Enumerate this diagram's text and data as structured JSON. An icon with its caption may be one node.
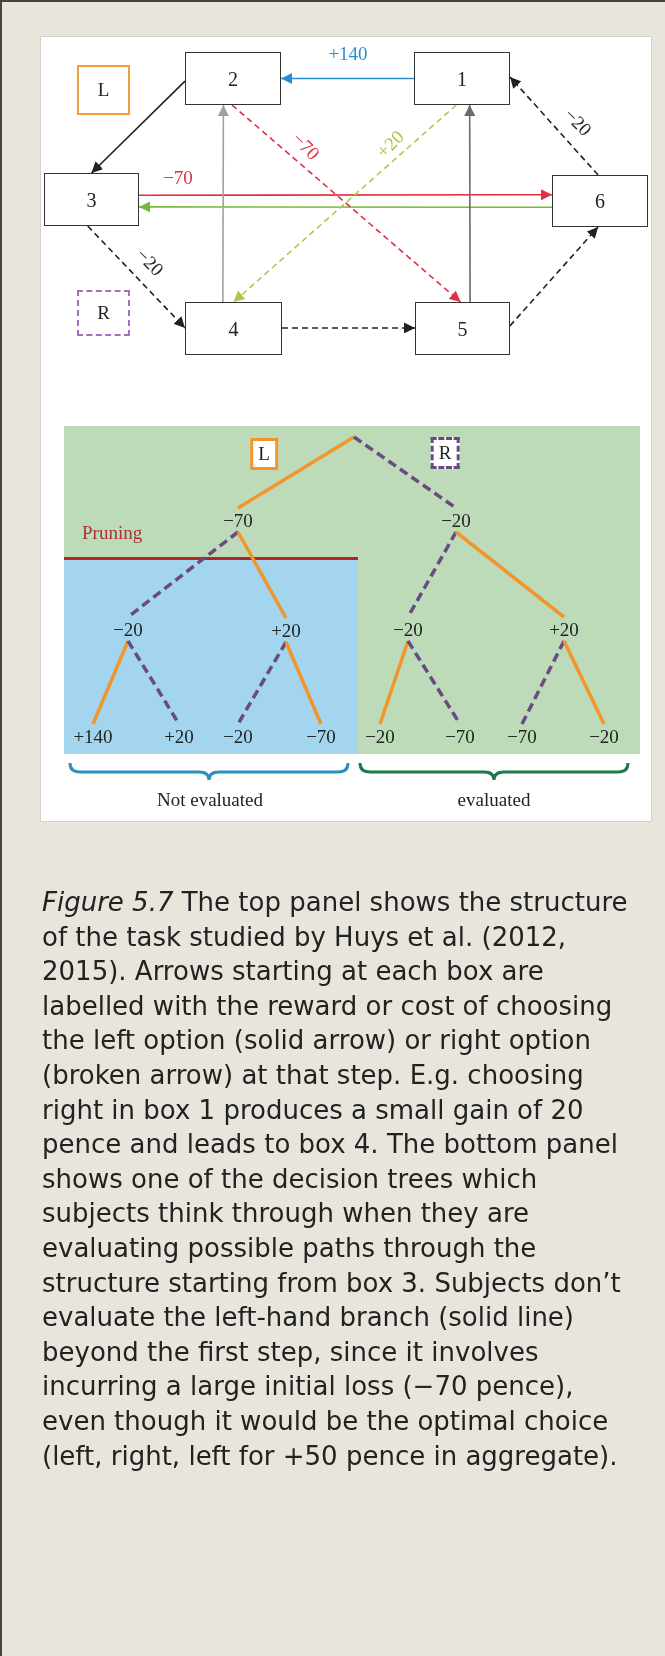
{
  "diagram": {
    "caption": "*Figure 5.7* The top panel shows the structure of the task studied by Huys et al. (2012, 2015). Arrows starting at each box are labelled with the reward or cost of choosing the left option (solid arrow) or right option (broken arrow) at that step. E.g. choosing right in box 1 produces a small gain of 20 pence and leads to box 4. The bottom panel shows one of the decision trees which subjects think through when they are evaluating possible paths through the structure starting from box 3. Subjects don’t evaluate the left-hand branch (solid line) beyond the first step, since it involves incurring a large initial loss (−70 pence), even though it would be the optimal choice (left, right, left for +50 pence in aggregate).",
    "nodes": [
      {
        "text": [
          "L"
        ]
      },
      {
        "text": [
          "2"
        ]
      },
      {
        "text": [
          "1"
        ]
      },
      {
        "text": [
          "3"
        ]
      },
      {
        "text": [
          "6"
        ]
      },
      {
        "text": [
          "R"
        ]
      },
      {
        "text": [
          "4"
        ]
      },
      {
        "text": [
          "5"
        ]
      },
      {
        "text": [
          "−70"
        ]
      },
      {
        "text": [
          "−20"
        ]
      },
      {
        "text": [
          "−20"
        ]
      },
      {
        "text": [
          "+20"
        ]
      },
      {
        "text": [
          "−20"
        ]
      },
      {
        "text": [
          "+20"
        ]
      },
      {
        "text": [
          "+140"
        ]
      },
      {
        "text": [
          "+20"
        ]
      },
      {
        "text": [
          "−20"
        ]
      },
      {
        "text": [
          "−70"
        ]
      },
      {
        "text": [
          "−20"
        ]
      },
      {
        "text": [
          "−70"
        ]
      },
      {
        "text": [
          "−70"
        ]
      },
      {
        "text": [
          "−20"
        ]
      }
    ],
    "edges": [
      {
        "from": 2,
        "to": 1,
        "arrow": "to",
        "label": "+140",
        "color": "#2a8fd0"
      },
      {
        "from": 1,
        "to": 3,
        "arrow": "to",
        "color": "#222222"
      },
      {
        "from": 3,
        "to": 4,
        "arrow": "to",
        "label": "−70",
        "color": "#e03040"
      },
      {
        "from": 4,
        "to": 3,
        "arrow": "to",
        "color": "#78b83c"
      },
      {
        "from": 3,
        "to": 6,
        "arrow": "to",
        "label": "−20",
        "style": "dashed",
        "color": "#222222"
      },
      {
        "from": 1,
        "to": 7,
        "arrow": "to",
        "label": "−70",
        "style": "dashed",
        "color": "#e03040"
      },
      {
        "from": 2,
        "to": 6,
        "arrow": "to",
        "label": "+20",
        "style": "dashed",
        "color": "#a8c850"
      },
      {
        "from": 6,
        "to": 1,
        "arrow": "to",
        "color": "#a0a0a0"
      },
      {
        "from": 7,
        "to": 2,
        "arrow": "to",
        "color": "#6a6a6a"
      },
      {
        "from": 6,
        "to": 7,
        "arrow": "to",
        "style": "dashed",
        "color": "#222222"
      },
      {
        "from": 7,
        "to": 4,
        "arrow": "to",
        "style": "dashed",
        "color": "#222222"
      },
      {
        "from": 4,
        "to": 2,
        "arrow": "to",
        "label": "−20",
        "style": "dashed",
        "color": "#222222"
      },
      {
        "from": null,
        "to": 8,
        "arrow": "none",
        "label": "L",
        "color": "#f0962a"
      },
      {
        "from": null,
        "to": 9,
        "arrow": "none",
        "label": "R",
        "style": "dashed",
        "color": "#6a4a80"
      },
      {
        "from": 8,
        "to": 10,
        "arrow": "none",
        "style": "dashed",
        "color": "#6a4a80"
      },
      {
        "from": 8,
        "to": 11,
        "arrow": "none",
        "color": "#f0962a"
      },
      {
        "from": 9,
        "to": 12,
        "arrow": "none",
        "style": "dashed",
        "color": "#6a4a80"
      },
      {
        "from": 9,
        "to": 13,
        "arrow": "none",
        "color": "#f0962a"
      },
      {
        "from": 10,
        "to": 14,
        "arrow": "none",
        "color": "#f0962a"
      },
      {
        "from": 10,
        "to": 15,
        "arrow": "none",
        "style": "dashed",
        "color": "#6a4a80"
      },
      {
        "from": 11,
        "to": 16,
        "arrow": "none",
        "style": "dashed",
        "color": "#6a4a80"
      },
      {
        "from": 11,
        "to": 17,
        "arrow": "none",
        "color": "#f0962a"
      },
      {
        "from": 12,
        "to": 18,
        "arrow": "none",
        "color": "#f0962a"
      },
      {
        "from": 12,
        "to": 19,
        "arrow": "none",
        "style": "dashed",
        "color": "#6a4a80"
      },
      {
        "from": 13,
        "to": 20,
        "arrow": "none",
        "style": "dashed",
        "color": "#6a4a80"
      },
      {
        "from": 13,
        "to": 21,
        "arrow": "none",
        "color": "#f0962a"
      }
    ],
    "labels": [
      "Pruning",
      "Not evaluated",
      "evaluated"
    ]
  }
}
